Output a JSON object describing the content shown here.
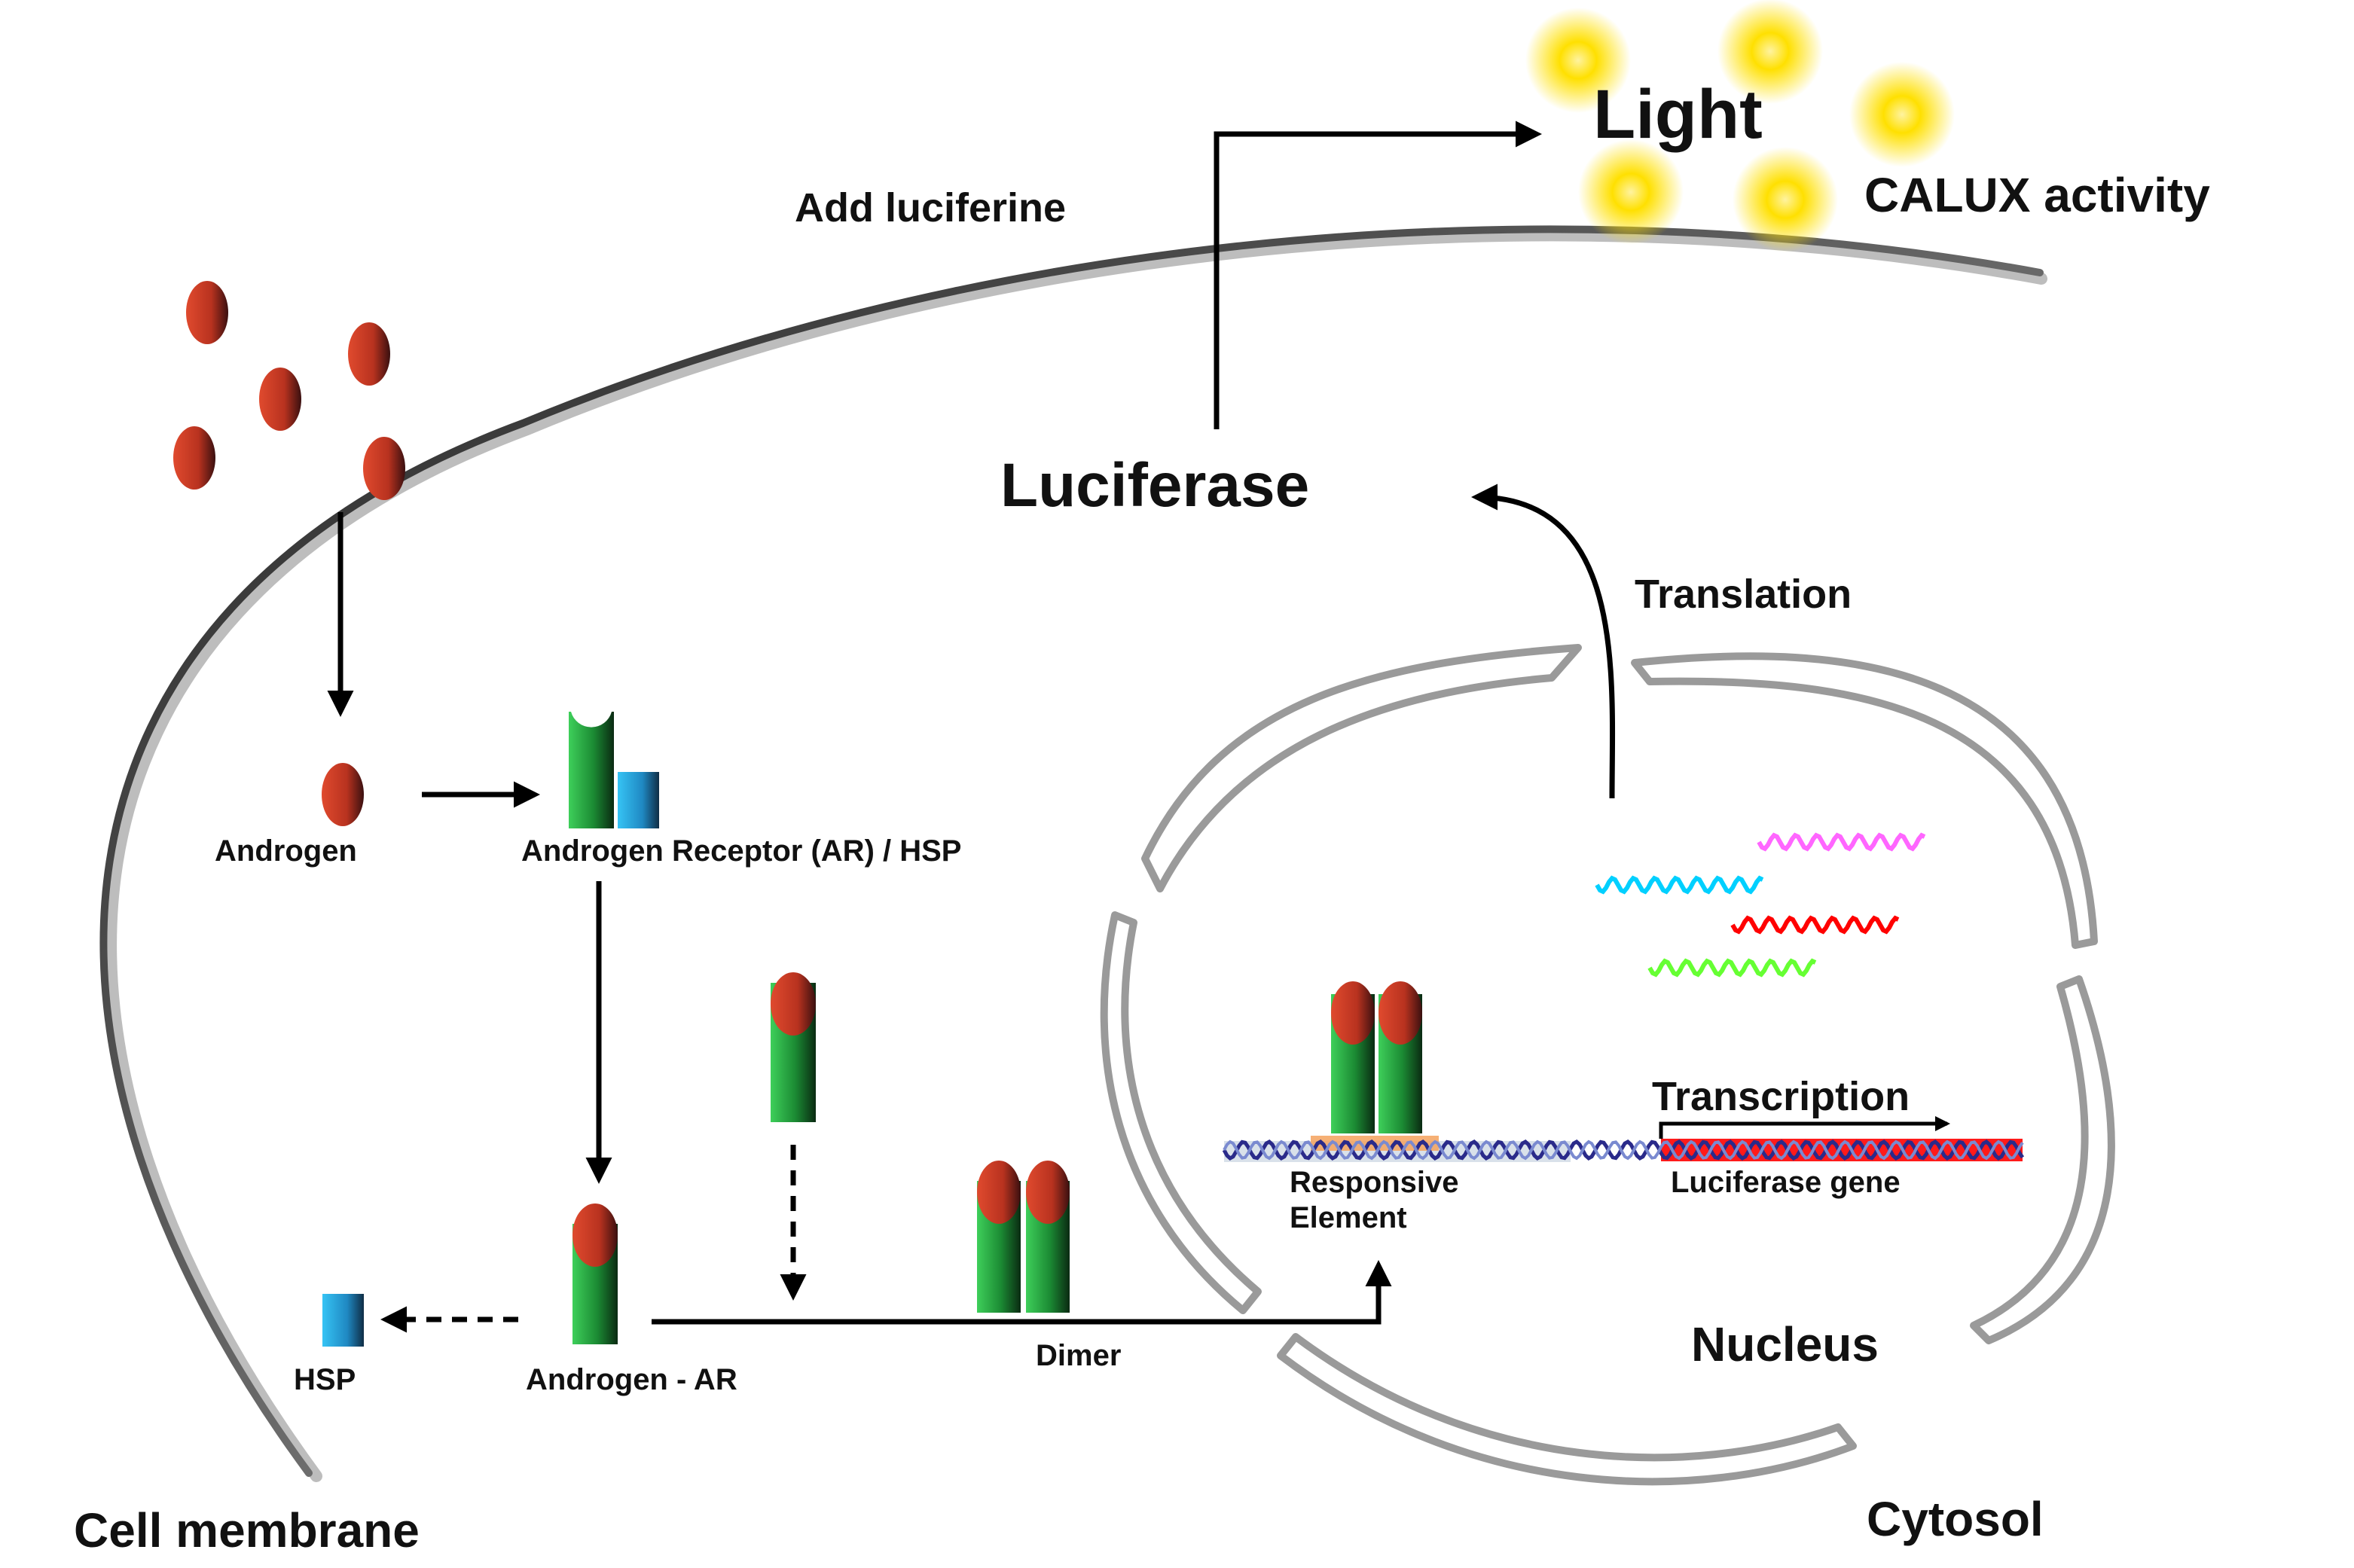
{
  "labels": {
    "light": "Light",
    "calux_activity": "CALUX activity",
    "add_luciferine": "Add luciferine",
    "luciferase": "Luciferase",
    "translation": "Translation",
    "androgen": "Androgen",
    "androgen_receptor_hsp": "Androgen Receptor (AR) / HSP",
    "transcription": "Transcription",
    "responsive_element_line1": "Responsive",
    "responsive_element_line2": "Element",
    "luciferase_gene": "Luciferase gene",
    "hsp": "HSP",
    "androgen_ar": "Androgen - AR",
    "dimer": "Dimer",
    "nucleus": "Nucleus",
    "cell_membrane": "Cell membrane",
    "cytosol": "Cytosol"
  },
  "colors": {
    "androgen": "#c0392b",
    "receptor": "#1f9a3a",
    "hsp": "#29a8e0",
    "light_glow": "#ffe000",
    "mrna": [
      "#ff66ff",
      "#00d0ff",
      "#ff0000",
      "#66ff33"
    ],
    "luciferase_gene": "#ff0000",
    "membrane": "#555555",
    "nuclear_envelope": "#9a9a9a"
  }
}
